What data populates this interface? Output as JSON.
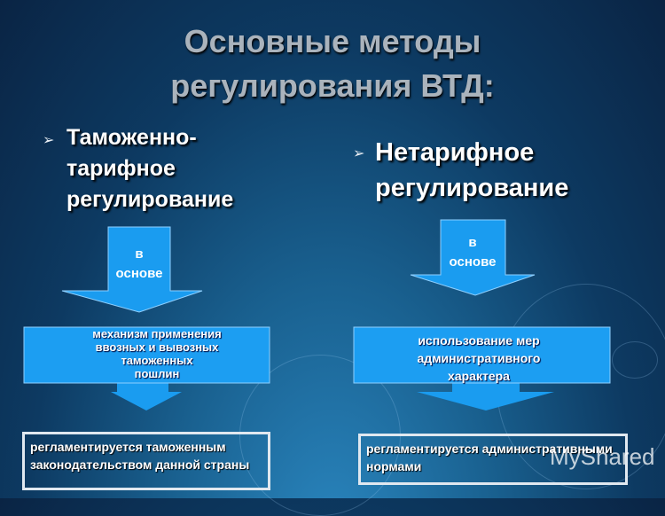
{
  "title": {
    "line1": "Основные методы",
    "line2": "регулирования ВТД:"
  },
  "left": {
    "bullet": "➢",
    "heading": [
      "Таможенно-",
      "тарифное",
      "регулирование"
    ],
    "arrow_text": [
      "в",
      "основе"
    ],
    "box_text": [
      "механизм применения",
      "ввозных и вывозных",
      "таможенных",
      "пошлин"
    ],
    "result": "регламентируется таможенным законодательством данной страны"
  },
  "right": {
    "bullet": "➢",
    "heading": [
      "Нетарифное",
      "регулирование"
    ],
    "arrow_text": [
      "в",
      "основе"
    ],
    "box_text": [
      "использование мер",
      "административного",
      "характера"
    ],
    "result": "регламентируется административными нормами"
  },
  "watermark": "MyShared",
  "colors": {
    "arrow": "#1a9cf0",
    "box": "#1c9ef2",
    "title": "#aab3bc"
  }
}
